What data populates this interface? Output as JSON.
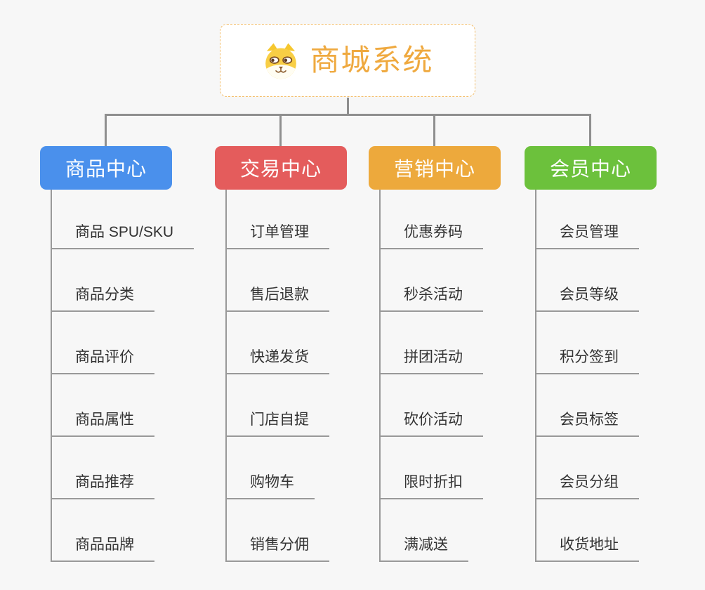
{
  "root": {
    "title": "商城系统",
    "icon": "dog-face-icon",
    "text_color": "#EFA93F",
    "border_color": "#F3BE6B"
  },
  "colors": {
    "background": "#F7F7F7",
    "connector": "#8F8F8F",
    "item_line": "#999999",
    "item_text": "#333333"
  },
  "branches": [
    {
      "label": "商品中心",
      "color": "#4A90EC",
      "items": [
        "商品 SPU/SKU",
        "商品分类",
        "商品评价",
        "商品属性",
        "商品推荐",
        "商品品牌"
      ]
    },
    {
      "label": "交易中心",
      "color": "#E45C5C",
      "items": [
        "订单管理",
        "售后退款",
        "快递发货",
        "门店自提",
        "购物车",
        "销售分佣"
      ]
    },
    {
      "label": "营销中心",
      "color": "#EDA93C",
      "items": [
        "优惠券码",
        "秒杀活动",
        "拼团活动",
        "砍价活动",
        "限时折扣",
        "满减送"
      ]
    },
    {
      "label": "会员中心",
      "color": "#6CC13C",
      "items": [
        "会员管理",
        "会员等级",
        "积分签到",
        "会员标签",
        "会员分组",
        "收货地址"
      ]
    }
  ]
}
